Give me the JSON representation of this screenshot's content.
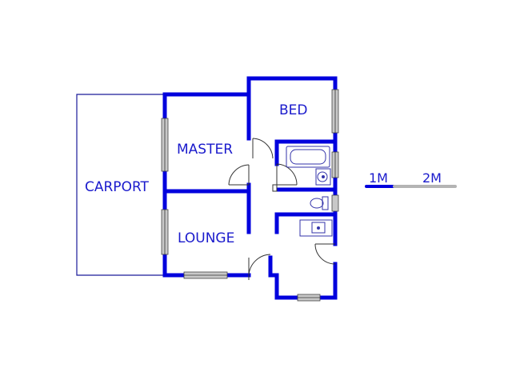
{
  "rooms": {
    "carport": "CARPORT",
    "master": "MASTER",
    "bed": "BED",
    "lounge": "LOUNGE"
  },
  "scale": {
    "label_1": "1M",
    "label_2": "2M"
  },
  "colors": {
    "wall": "#0000dd",
    "text": "#1a1acc",
    "outline": "#1a1a99",
    "window_fill": "#c8c8c8",
    "scale_grey": "#b4b4b4"
  }
}
